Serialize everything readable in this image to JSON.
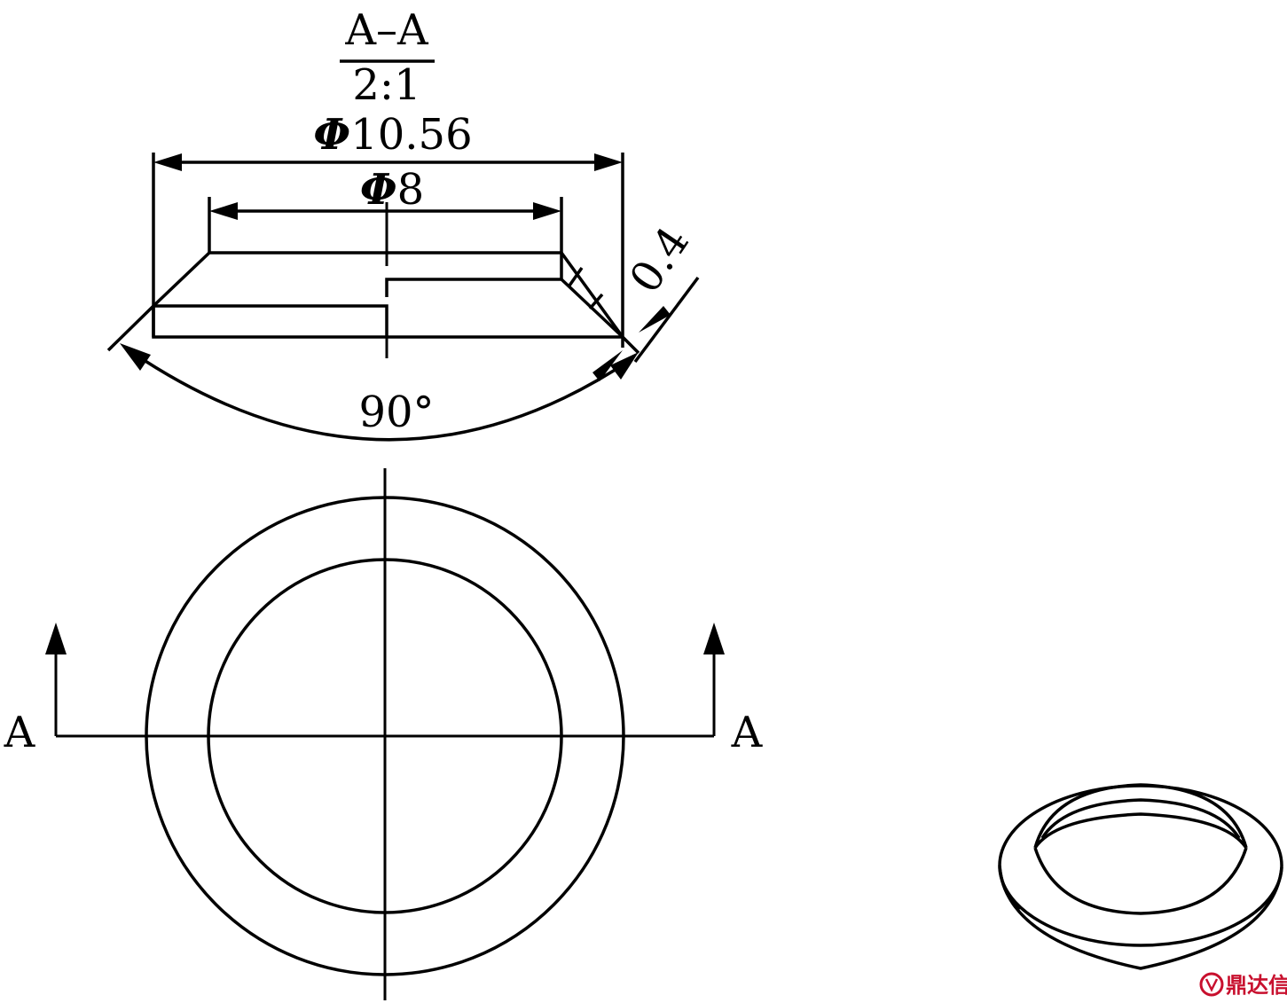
{
  "section": {
    "name": "A–A",
    "scale": "2:1"
  },
  "dimensions": {
    "outer_symbol": "Φ",
    "outer_value": "10.56",
    "inner_symbol": "Φ",
    "inner_value": "8",
    "thickness": "0.4",
    "angle": "90°"
  },
  "cut_marks": {
    "left": "A",
    "right": "A"
  },
  "logo": {
    "text": "鼎达信",
    "color": "#c8102e"
  }
}
